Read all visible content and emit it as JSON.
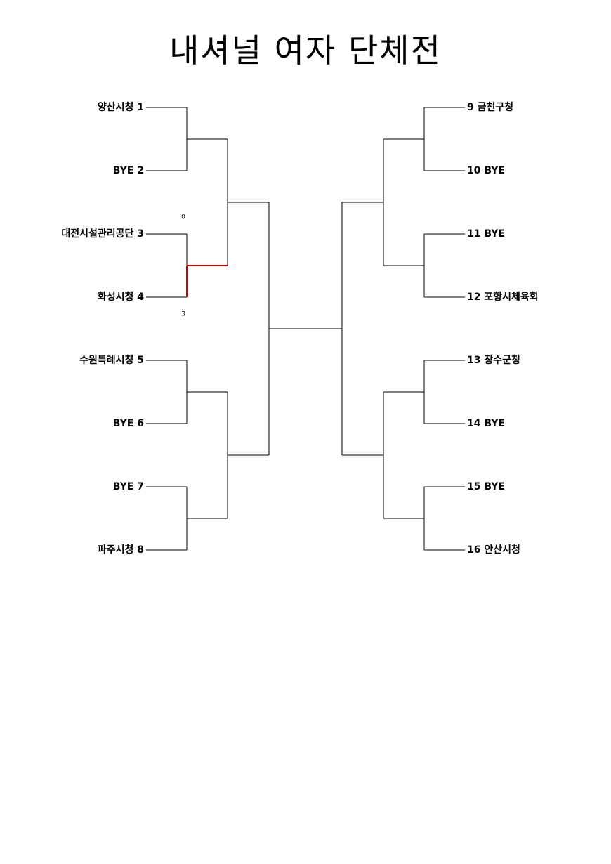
{
  "title": "내셔널 여자 단체전",
  "left_entries": [
    {
      "seed": "1",
      "name": "양산시청"
    },
    {
      "seed": "2",
      "name": "BYE"
    },
    {
      "seed": "3",
      "name": "대전시설관리공단"
    },
    {
      "seed": "4",
      "name": "화성시청"
    },
    {
      "seed": "5",
      "name": "수원특례시청"
    },
    {
      "seed": "6",
      "name": "BYE"
    },
    {
      "seed": "7",
      "name": "BYE"
    },
    {
      "seed": "8",
      "name": "파주시청"
    }
  ],
  "right_entries": [
    {
      "seed": "9",
      "name": "금천구청"
    },
    {
      "seed": "10",
      "name": "BYE"
    },
    {
      "seed": "11",
      "name": "BYE"
    },
    {
      "seed": "12",
      "name": "포항시체육회"
    },
    {
      "seed": "13",
      "name": "장수군청"
    },
    {
      "seed": "14",
      "name": "BYE"
    },
    {
      "seed": "15",
      "name": "BYE"
    },
    {
      "seed": "16",
      "name": "안산시청"
    }
  ],
  "scores": [
    {
      "match": "3 vs 4",
      "top": "0",
      "bottom": "3"
    }
  ],
  "colors": {
    "line": "#000000",
    "winner_path": "#d40000"
  }
}
